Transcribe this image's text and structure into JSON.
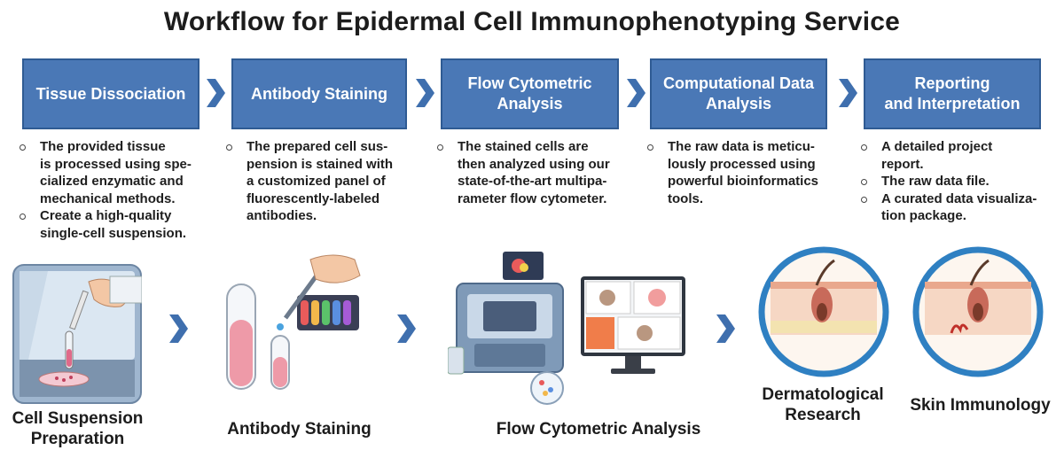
{
  "title": "Workflow for Epidermal Cell Immunophenotyping Service",
  "steps": [
    {
      "label": "Tissue Dissociation",
      "bullets": [
        "The provided tissue\nis processed using spe-\ncialized enzymatic and\nmechanical methods.",
        "Create a high-quality\nsingle-cell suspension."
      ]
    },
    {
      "label": "Antibody Staining",
      "bullets": [
        "The prepared cell sus-\npension is stained with\na customized panel of\nfluorescently-labeled\nantibodies."
      ]
    },
    {
      "label": "Flow Cytometric\nAnalysis",
      "bullets": [
        "The stained cells are\nthen analyzed using our\nstate-of-the-art multipa-\nrameter flow cytometer."
      ]
    },
    {
      "label": "Computational Data\nAnalysis",
      "bullets": [
        "The raw data is meticu-\nlously processed using\npowerful bioinformatics\ntools."
      ]
    },
    {
      "label": "Reporting\nand Interpretation",
      "bullets": [
        "A detailed project\nreport.",
        "The raw data file.",
        "A curated data visualiza-\ntion package."
      ]
    }
  ],
  "captions": {
    "cell_suspension": "Cell Suspension\nPreparation",
    "antibody_staining": "Antibody Staining",
    "flow_cytometric": "Flow Cytometric Analysis",
    "dermatological": "Dermatological\nResearch",
    "skin_immunology": "Skin Immunology"
  },
  "colors": {
    "step_fill": "#4a78b6",
    "step_border": "#2f5b93",
    "chevron": "#3f6fae",
    "ring": "#2f80c2"
  }
}
